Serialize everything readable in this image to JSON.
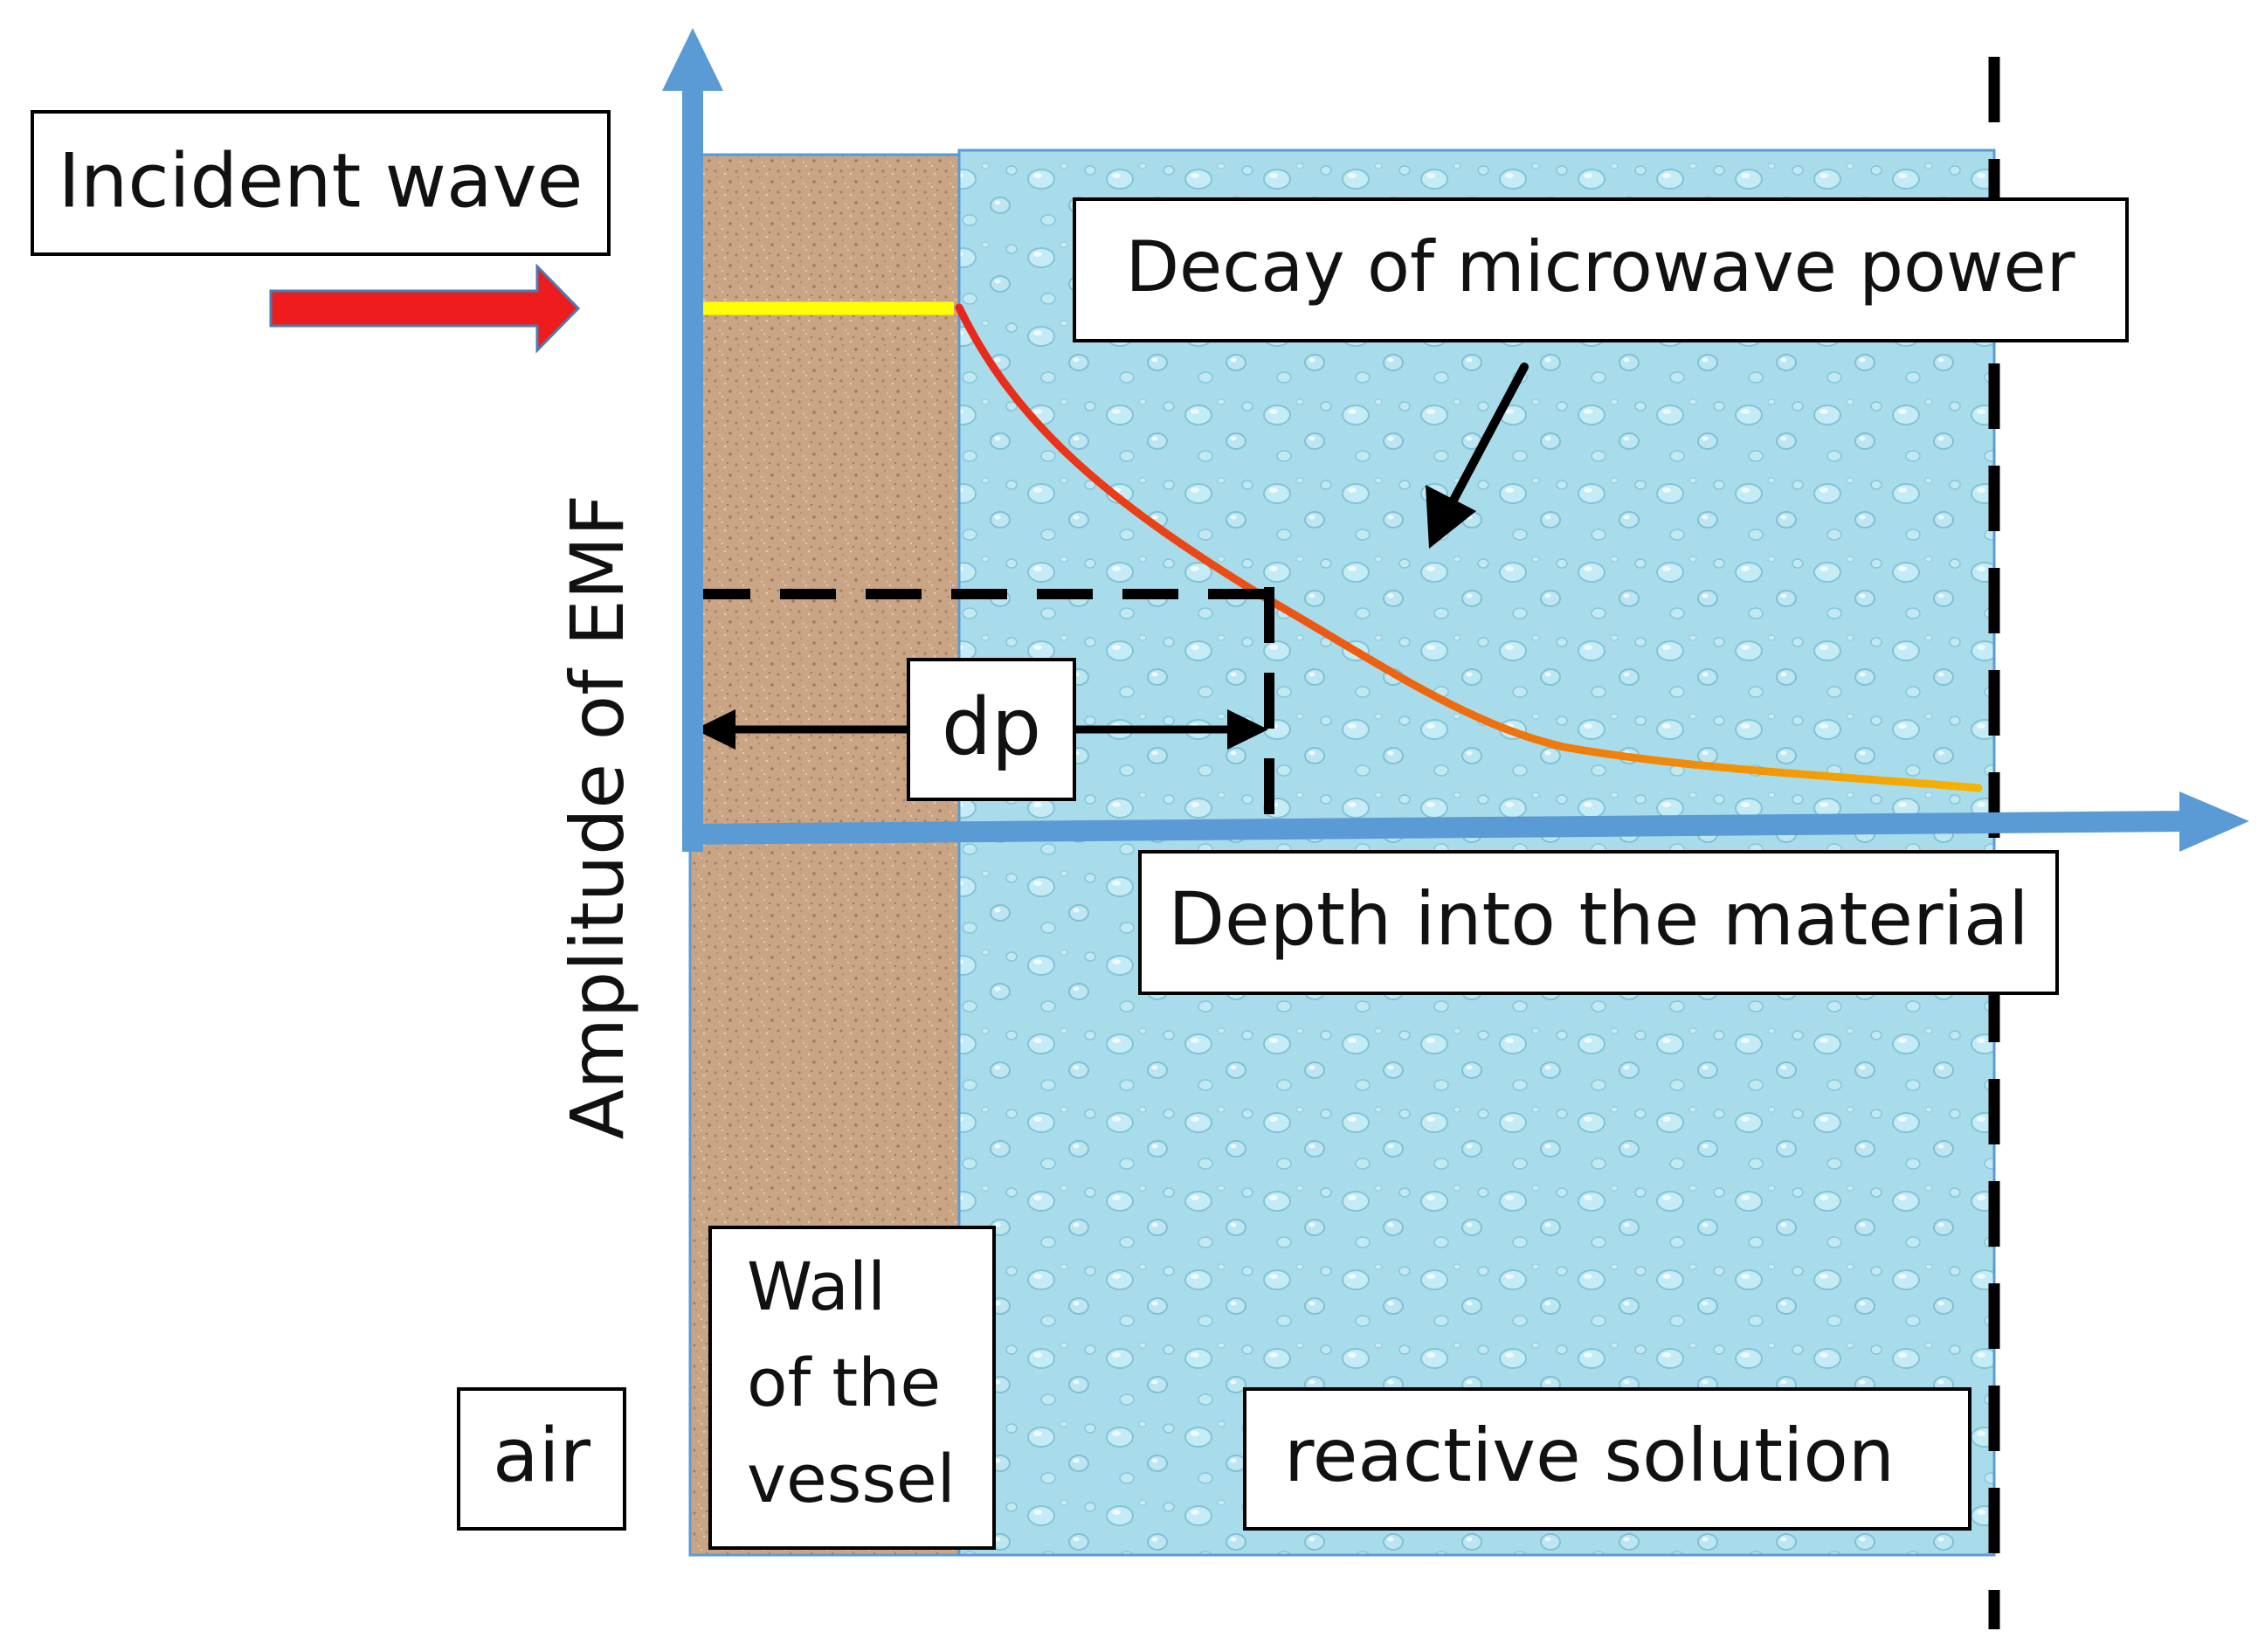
{
  "labels": {
    "incident_wave": "Incident wave",
    "decay": "Decay of microwave power",
    "dp": "dp",
    "depth": "Depth into the material",
    "amplitude": "Amplitude of EMF",
    "air": "air",
    "wall_lines": [
      "Wall",
      "of the",
      "vessel"
    ],
    "solution": "reactive solution"
  },
  "colors": {
    "axis": "#5b9bd5",
    "wall": "#c9a585",
    "solution": "#a8dcea",
    "incident_arrow": "#ee1c1c",
    "wall_level_line": "#ffff00",
    "curve_start": "#e8261c",
    "curve_end": "#f5b400"
  }
}
